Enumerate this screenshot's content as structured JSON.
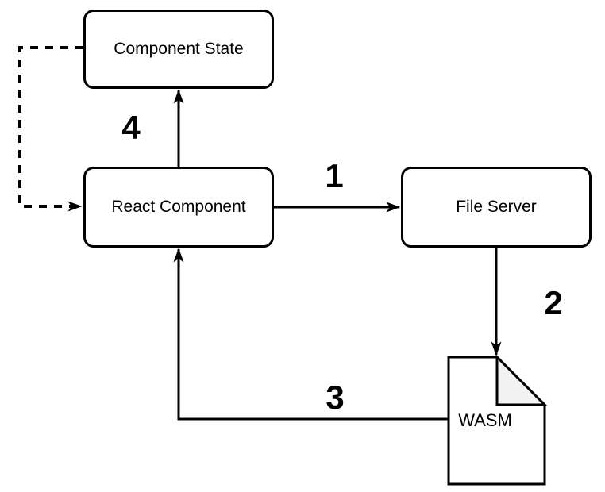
{
  "colors": {
    "background": "#ffffff",
    "stroke": "#000000",
    "node_fill": "#ffffff",
    "fold_fill": "#f2f2f2",
    "text": "#000000"
  },
  "nodes": {
    "component_state": {
      "label": "Component State"
    },
    "react_component": {
      "label": "React Component"
    },
    "file_server": {
      "label": "File Server"
    },
    "wasm": {
      "label": "WASM"
    }
  },
  "edge_labels": {
    "step1": "1",
    "step2": "2",
    "step3": "3",
    "step4": "4"
  }
}
